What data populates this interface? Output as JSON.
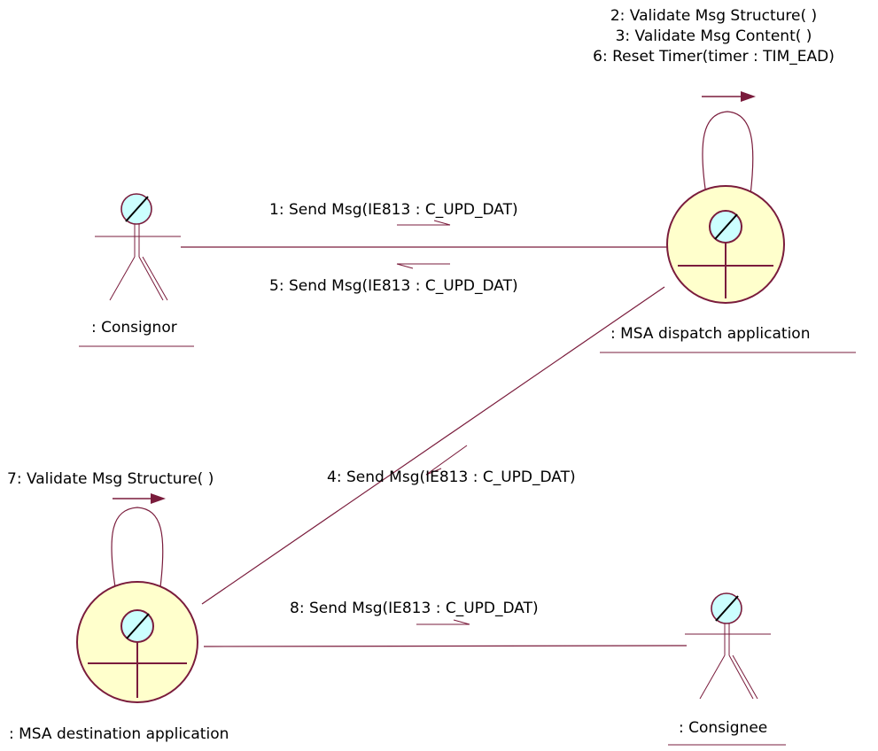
{
  "diagram": {
    "objects": {
      "consignor": {
        "name": ": Consignor"
      },
      "dispatch": {
        "name": ": MSA dispatch application"
      },
      "destination": {
        "name": ": MSA destination application"
      },
      "consignee": {
        "name": ": Consignee"
      }
    },
    "messages": {
      "m1": "1: Send Msg(IE813 : C_UPD_DAT)",
      "m2": "2: Validate Msg Structure( )",
      "m3": "3: Validate Msg Content( )",
      "m4": "4: Send Msg(IE813 : C_UPD_DAT)",
      "m5": "5: Send Msg(IE813 : C_UPD_DAT)",
      "m6": "6: Reset Timer(timer : TIM_EAD)",
      "m7": "7: Validate Msg Structure( )",
      "m8": "8: Send Msg(IE813 : C_UPD_DAT)"
    }
  },
  "colors": {
    "line": "#7a1c3c",
    "control_fill": "#ffffcc",
    "head_fill": "#ccffff"
  }
}
